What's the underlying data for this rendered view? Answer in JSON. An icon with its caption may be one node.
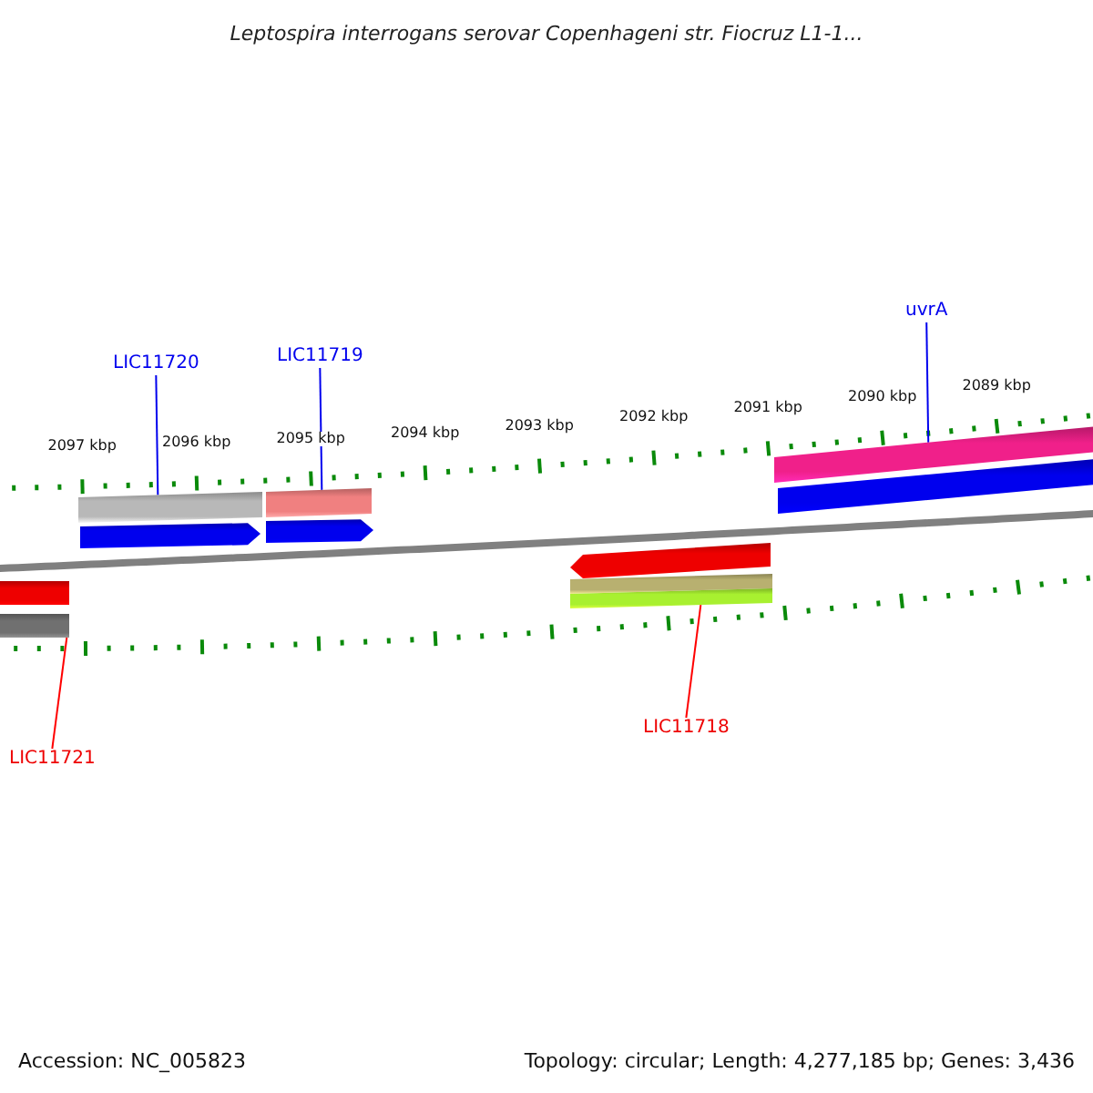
{
  "diagram": {
    "title": "Leptospira interrogans serovar Copenhageni str. Fiocruz L1-1...",
    "nodes": [
      {
        "text": [
          "LIC11720"
        ]
      },
      {
        "text": [
          "LIC11719"
        ]
      },
      {
        "text": [
          "uvrA"
        ]
      },
      {
        "text": [
          "LIC11721"
        ]
      },
      {
        "text": [
          "LIC11718"
        ]
      },
      {
        "text": [],
        "shape": "bar"
      },
      {
        "text": [],
        "shape": "bar"
      },
      {
        "text": [],
        "shape": "bar"
      },
      {
        "text": [],
        "shape": "arrow"
      },
      {
        "text": [],
        "shape": "arrow"
      },
      {
        "text": [],
        "shape": "bar"
      },
      {
        "text": [],
        "shape": "bar"
      },
      {
        "text": [],
        "shape": "bar"
      },
      {
        "text": [],
        "shape": "arrow"
      },
      {
        "text": [],
        "shape": "bar"
      },
      {
        "text": [],
        "shape": "bar"
      }
    ],
    "edges": [
      {
        "from": 0,
        "to": 5,
        "arrow": "none"
      },
      {
        "from": 1,
        "to": 6,
        "arrow": "none"
      },
      {
        "from": 2,
        "to": 7,
        "arrow": "none"
      },
      {
        "from": 3,
        "to": 12,
        "arrow": "none",
        "color": "#ff0000"
      },
      {
        "from": 4,
        "to": 15,
        "arrow": "none",
        "color": "#ff0000"
      }
    ],
    "labels": [
      "2097 kbp",
      "2096 kbp",
      "2095 kbp",
      "2094 kbp",
      "2093 kbp",
      "2092 kbp",
      "2091 kbp",
      "2090 kbp",
      "2089 kbp",
      "Accession: NC_005823",
      "Topology: circular; Length: 4,277,185 bp; Genes: 3,436"
    ]
  }
}
